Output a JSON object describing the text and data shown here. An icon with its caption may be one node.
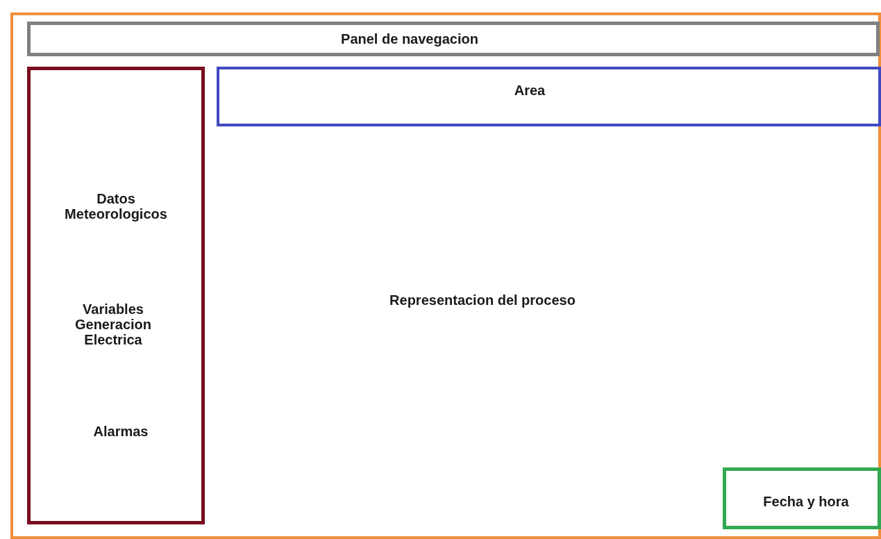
{
  "diagram": {
    "nodes": [
      {
        "text": [
          "Representacion del proceso"
        ]
      },
      {
        "text": [
          "Panel de navegacion"
        ],
        "in": 0
      },
      {
        "text": [
          "Datos Meteorologicos",
          "Variables Generacion Electrica",
          "Alarmas"
        ],
        "in": 0
      },
      {
        "text": [
          "Area"
        ],
        "in": 0
      },
      {
        "text": [
          "Fecha y hora"
        ],
        "in": 0
      }
    ]
  }
}
